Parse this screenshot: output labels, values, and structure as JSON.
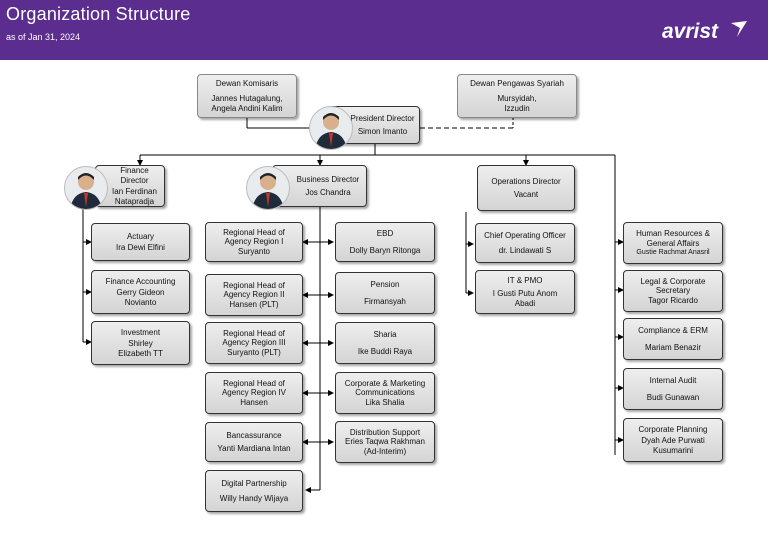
{
  "header": {
    "title": "Organization Structure",
    "subtitle": "as of Jan 31, 2024",
    "logo_text": "avrist",
    "brand_color": "#5b2d8f"
  },
  "top": {
    "board_commissioners": {
      "title": "Dewan Komisaris",
      "name": "Jannes Hutagalung,\nAngela Andini Kalim"
    },
    "sharia_board": {
      "title": "Dewan Pengawas Syariah",
      "name": "Mursyidah,\nIzzudin"
    },
    "president": {
      "title": "President Director",
      "name": "Simon Imanto"
    }
  },
  "directors": {
    "finance": {
      "title": "Finance Director",
      "name": "Ian Ferdinan\nNatapradja"
    },
    "business": {
      "title": "Business Director",
      "name": "Jos Chandra"
    },
    "operations": {
      "title": "Operations Director",
      "name": "Vacant"
    }
  },
  "finance_units": [
    {
      "title": "Actuary",
      "name": "Ira Dewi Elfini"
    },
    {
      "title": "Finance Accounting",
      "name": "Gerry Gideon\nNovianto"
    },
    {
      "title": "Investment",
      "name": "Shirley\nElizabeth TT"
    }
  ],
  "business_left": [
    {
      "title": "Regional Head of\nAgency Region I",
      "name": "Suryanto"
    },
    {
      "title": "Regional Head of\nAgency Region II",
      "name": "Hansen (PLT)"
    },
    {
      "title": "Regional Head of\nAgency Region III",
      "name": "Suryanto (PLT)"
    },
    {
      "title": "Regional Head of\nAgency Region  IV",
      "name": "Hansen"
    },
    {
      "title": "Bancassurance",
      "name": "Yanti Mardiana Intan"
    },
    {
      "title": "Digital Partnership",
      "name": "Willy Handy Wijaya"
    }
  ],
  "business_right": [
    {
      "title": "EBD",
      "name": "Dolly Baryn Ritonga"
    },
    {
      "title": "Pension",
      "name": "Firmansyah"
    },
    {
      "title": "Sharia",
      "name": "Ike Buddi Raya"
    },
    {
      "title": "Corporate & Marketing\nCommunications",
      "name": "Lika Shalia"
    },
    {
      "title": "Distribution Support",
      "name": "Eries Taqwa Rakhman\n(Ad-Interim)"
    }
  ],
  "operations_units": [
    {
      "title": "Chief Operating Officer",
      "name": "dr. Lindawati S"
    },
    {
      "title": "IT & PMO",
      "name": "I Gusti Putu Anom\nAbadi"
    }
  ],
  "corporate_units": [
    {
      "title": "Human Resources &\nGeneral Affairs",
      "name": "Gustie Rachmat Anasril"
    },
    {
      "title": "Legal & Corporate\nSecretary",
      "name": "Tagor Ricardo"
    },
    {
      "title": "Compliance & ERM",
      "name": "Mariam Benazir"
    },
    {
      "title": "Internal Audit",
      "name": "Budi Gunawan"
    },
    {
      "title": "Corporate Planning",
      "name": "Dyah Ade Purwati\nKusumarini"
    }
  ]
}
